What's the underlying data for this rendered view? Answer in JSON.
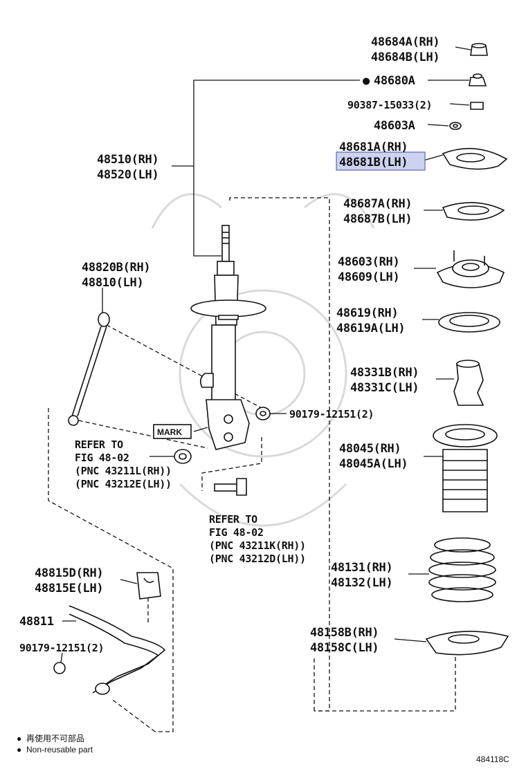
{
  "labels": {
    "p48684": [
      "48684A(RH)",
      "48684B(LH)"
    ],
    "p48680": "48680A",
    "p90387": "90387-15033(2)",
    "p48603a": "48603A",
    "p48681": [
      "48681A(RH)",
      "48681B(LH)"
    ],
    "p48510": [
      "48510(RH)",
      "48520(LH)"
    ],
    "p48687": [
      "48687A(RH)",
      "48687B(LH)"
    ],
    "p48603": [
      "48603(RH)",
      "48609(LH)"
    ],
    "p48820": [
      "48820B(RH)",
      "48810(LH)"
    ],
    "p48619": [
      "48619(RH)",
      "48619A(LH)"
    ],
    "p48331": [
      "48331B(RH)",
      "48331C(LH)"
    ],
    "p90179a": "90179-12151(2)",
    "mark": "MARK",
    "refer1": [
      "REFER TO",
      "FIG 48-02",
      "(PNC 43211L(RH))",
      "(PNC 43212E(LH))"
    ],
    "p48045": [
      "48045(RH)",
      "48045A(LH)"
    ],
    "refer2": [
      "REFER TO",
      "FIG 48-02",
      "(PNC 43211K(RH))",
      "(PNC 43212D(LH))"
    ],
    "p48131": [
      "48131(RH)",
      "48132(LH)"
    ],
    "p48815": [
      "48815D(RH)",
      "48815E(LH)"
    ],
    "p48811": "48811",
    "p48158": [
      "48158B(RH)",
      "48158C(LH)"
    ],
    "p90179b": "90179-12151(2)"
  },
  "highlighted_part": "48681B(LH)",
  "highlight_color": "#cdd3ef",
  "legend": {
    "symbol": "●",
    "line_jp": "再使用不可部品",
    "line_en": "Non-reusable part"
  },
  "figure_code": "484118C"
}
